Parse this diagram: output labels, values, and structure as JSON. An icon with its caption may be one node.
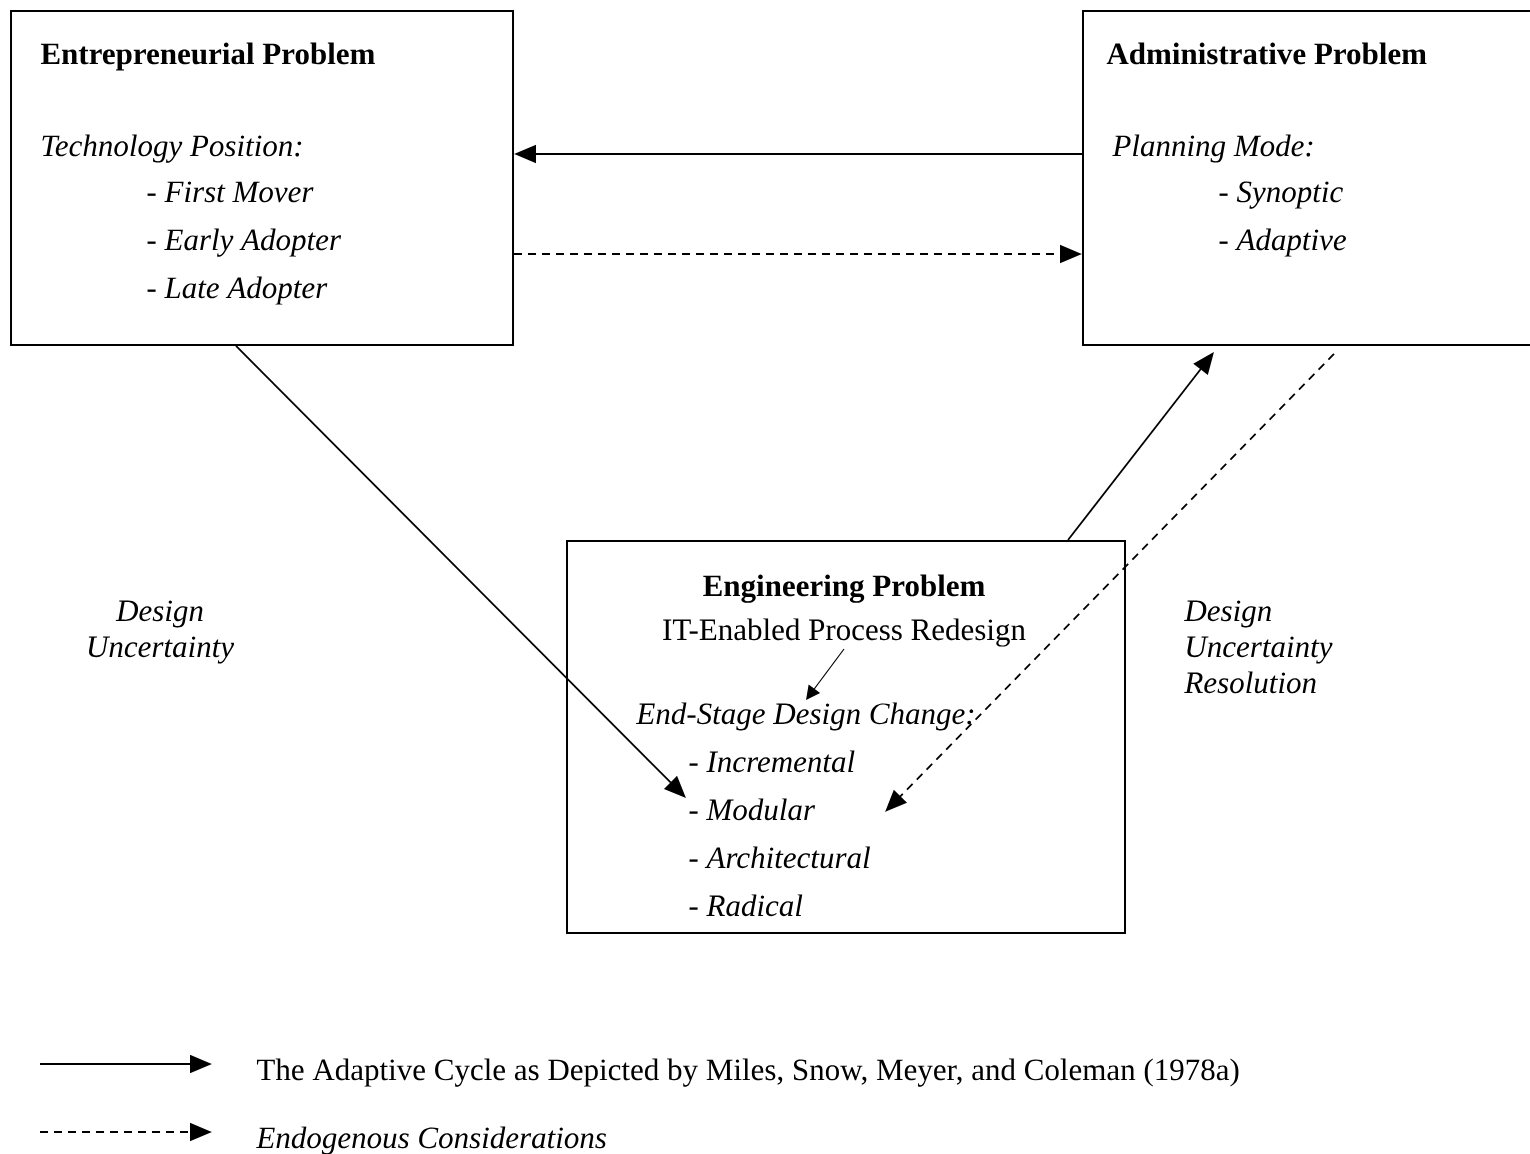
{
  "diagram": {
    "nodes": [
      {
        "text": [
          "Entrepreneurial Problem",
          "Technology Position:",
          "- First Mover",
          "- Early  Adopter",
          "- Late Adopter"
        ]
      },
      {
        "text": [
          "Administrative Problem",
          "Planning Mode:",
          "- Synoptic",
          "- Adaptive"
        ]
      },
      {
        "text": [
          "Engineering Problem"
        ]
      },
      {
        "text": [
          "IT-Enabled Process Redesign"
        ],
        "in": 2
      },
      {
        "text": [
          "End-Stage Design Change:"
        ],
        "in": 2
      },
      {
        "text": [
          "- Incremental",
          "- Modular",
          "- Architectural",
          "- Radical"
        ],
        "in": 2
      }
    ],
    "edges": [
      {
        "from": 1,
        "to": 0,
        "arrow": "to"
      },
      {
        "from": 0,
        "to": 1,
        "arrow": "to",
        "style": "dashed"
      },
      {
        "from": 0,
        "to": 5,
        "arrow": "to"
      },
      {
        "from": 2,
        "to": 1,
        "arrow": "to"
      },
      {
        "from": 1,
        "to": 5,
        "arrow": "to",
        "style": "dashed"
      },
      {
        "from": 3,
        "to": 4,
        "arrow": "to"
      }
    ],
    "labels": [
      "Design Uncertainty",
      "Design Uncertainty Resolution"
    ],
    "legend": [
      {
        "text": "The Adaptive Cycle as Depicted by Miles, Snow, Meyer, and Coleman (1978a)"
      },
      {
        "text": "Endogenous Considerations"
      }
    ]
  }
}
